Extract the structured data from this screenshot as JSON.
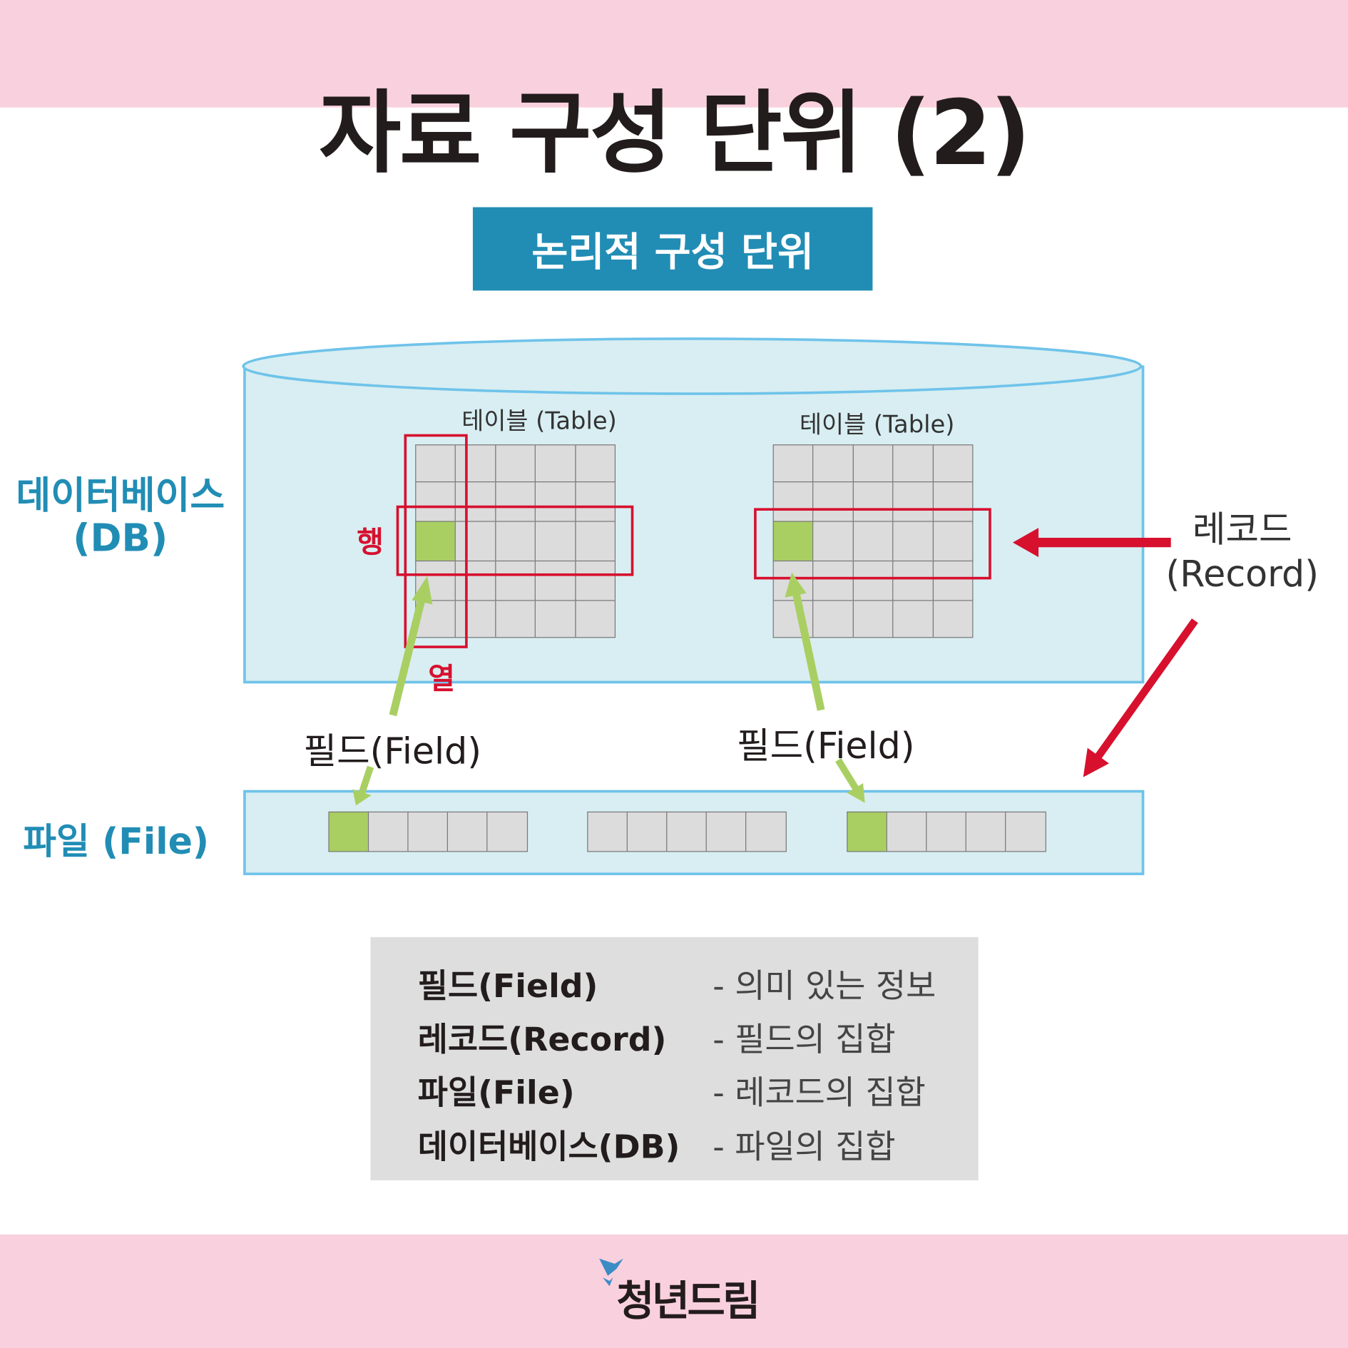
{
  "title": "자료 구성 단위 (2)",
  "subtitle": "논리적 구성 단위",
  "labels": {
    "database": "데이터베이스",
    "database_abbr": "(DB)",
    "file": "파일 (File)",
    "table1": "테이블 (Table)",
    "table2": "테이블 (Table)",
    "row": "행",
    "column": "열",
    "field1": "필드(Field)",
    "field2": "필드(Field)",
    "record": "레코드",
    "record_en": "(Record)"
  },
  "legend": [
    {
      "term": "필드(Field)",
      "desc": "- 의미 있는 정보"
    },
    {
      "term": "레코드(Record)",
      "desc": "- 필드의 집합"
    },
    {
      "term": "파일(File)",
      "desc": "- 레코드의 집합"
    },
    {
      "term": "데이터베이스(DB)",
      "desc": "- 파일의 집합"
    }
  ],
  "footer": {
    "logo": "청년드림"
  },
  "colors": {
    "accent_blue": "#218db5",
    "highlight_green": "#a9cf62",
    "highlight_red": "#d7102e",
    "pink": "#f9d0de"
  }
}
